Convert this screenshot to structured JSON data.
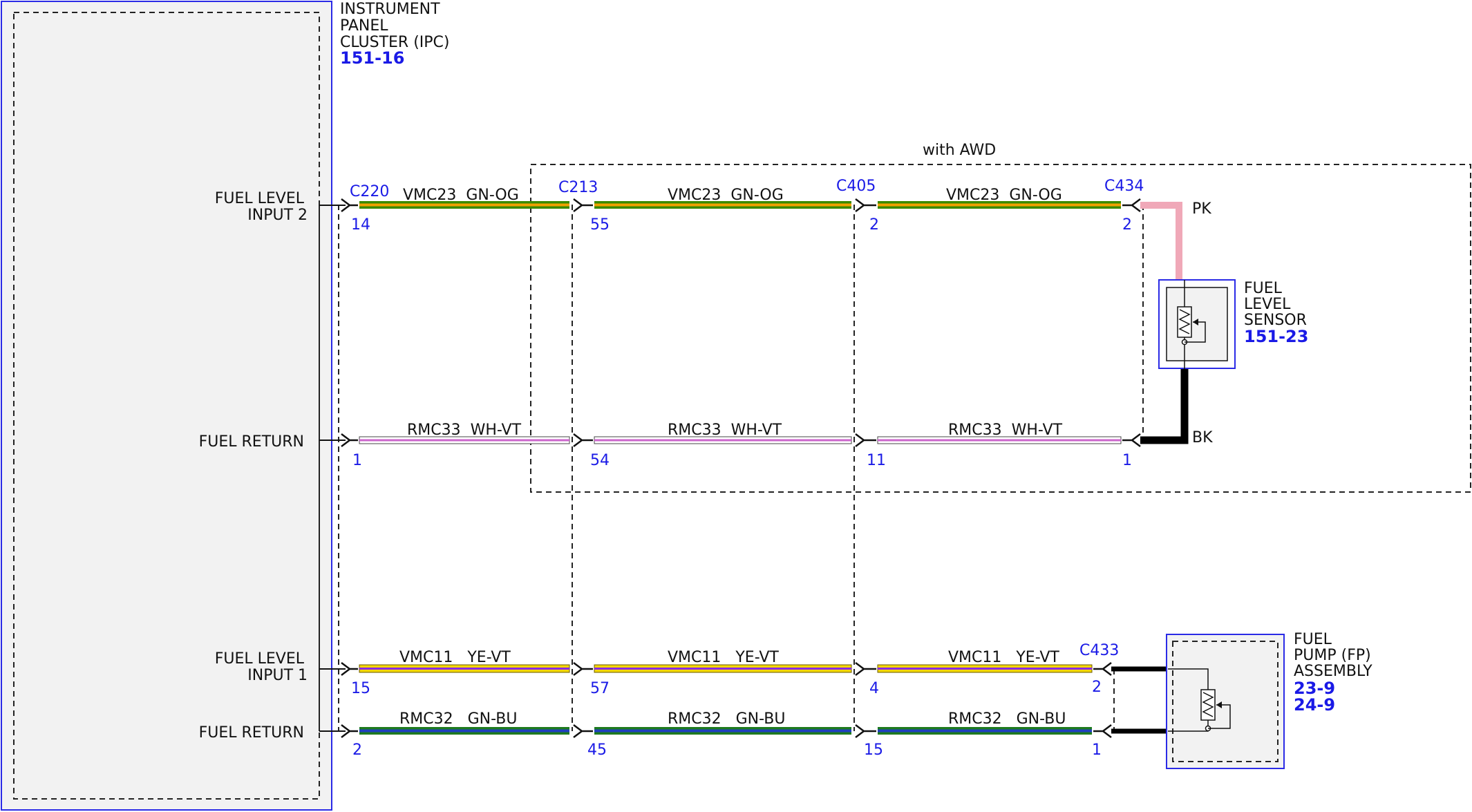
{
  "ipc": {
    "name_lines": [
      "INSTRUMENT",
      "PANEL",
      "CLUSTER (IPC)"
    ],
    "ref": "151-16",
    "signals": [
      "FUEL LEVEL",
      "INPUT 2",
      "FUEL RETURN",
      "FUEL LEVEL",
      "INPUT 1",
      "FUEL RETURN"
    ]
  },
  "awd_label": "with AWD",
  "connectors": {
    "c220": "C220",
    "c213": "C213",
    "c405": "C405",
    "c434": "C434",
    "c433": "C433"
  },
  "circuits": {
    "row1": {
      "label": "VMC23  GN-OG",
      "pins": [
        "14",
        "55",
        "2",
        "2"
      ]
    },
    "row2": {
      "label": "RMC33  WH-VT",
      "pins": [
        "1",
        "54",
        "11",
        "1"
      ]
    },
    "row3": {
      "label": "VMC11   YE-VT",
      "pins": [
        "15",
        "57",
        "4",
        "2"
      ]
    },
    "row4": {
      "label": "RMC32   GN-BU",
      "pins": [
        "2",
        "45",
        "15",
        "1"
      ]
    }
  },
  "sensor": {
    "name_lines": [
      "FUEL",
      "LEVEL",
      "SENSOR"
    ],
    "ref": "151-23",
    "wire_pk": "PK",
    "wire_bk": "BK"
  },
  "pump": {
    "name_lines": [
      "FUEL",
      "PUMP (FP)",
      "ASSEMBLY"
    ],
    "refs": [
      "23-9",
      "24-9"
    ]
  },
  "colors": {
    "pin_blue": "#1a1ae6",
    "gn_og_main": "#3a8a00",
    "gn_og_stripe": "#f0a000",
    "wh_vt_stripe": "#cc66cc",
    "ye_vt_main": "#f2d600",
    "ye_vt_stripe": "#8a2be2",
    "gn_bu_main": "#1f7a1f",
    "gn_bu_stripe": "#1f3fbf",
    "pk": "#f0a8b8"
  }
}
